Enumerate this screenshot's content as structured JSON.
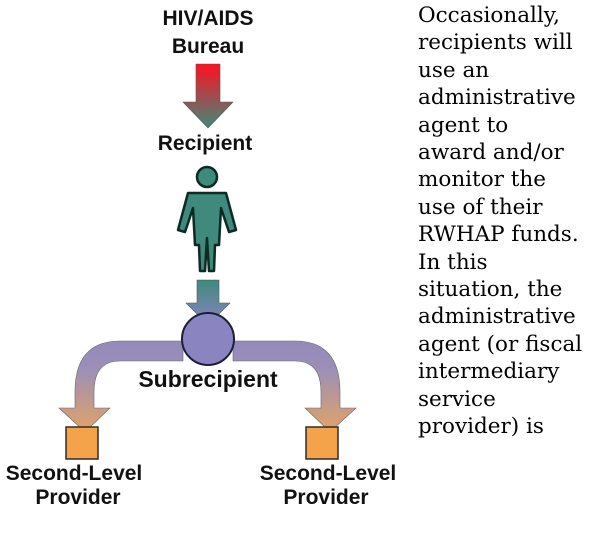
{
  "diagram": {
    "labels": {
      "top": [
        "HIV/AIDS",
        "Bureau"
      ],
      "recipient": "Recipient",
      "subrecipient": "Subrecipient",
      "provider_left": [
        "Second-Level",
        "Provider"
      ],
      "provider_right": [
        "Second-Level",
        "Provider"
      ]
    },
    "icons": {
      "person": "person-icon",
      "circle": "circle-node-icon",
      "provider": "square-node-icon"
    },
    "colors": {
      "arrow_top": "#ff0f1e",
      "arrow_teal": "#3f8a7c",
      "purple": "#8a84c1",
      "purple_dark": "#1e1e3a",
      "orange": "#f9a94d",
      "square_fill": "#f4a34b",
      "square_stroke": "#2d2d2d",
      "person_fill": "#3f8a7c",
      "person_stroke": "#0d2a24"
    }
  },
  "text": {
    "paragraph": "Occasionally,\nrecipients will\nuse an\nadministrative\nagent to\naward and/or\nmonitor the\nuse of their\nRWHAP funds.\nIn this\nsituation, the\nadministrative\nagent (or fiscal\nintermediary\nservice\nprovider) is"
  }
}
